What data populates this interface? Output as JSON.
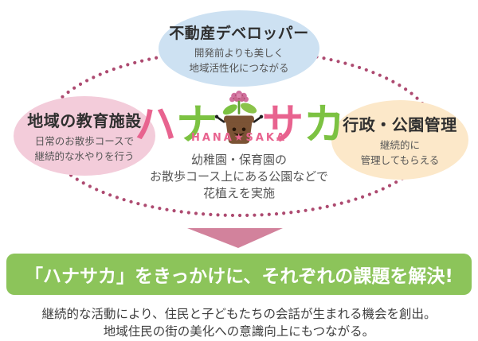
{
  "diagram": {
    "logo": {
      "chars": [
        {
          "text": "ハ",
          "color": "#e8638f"
        },
        {
          "text": "ナ",
          "color": "#7cc242"
        },
        {
          "text": "サ",
          "color": "#e8638f"
        },
        {
          "text": "カ",
          "color": "#7cc242"
        }
      ],
      "romaji": "HANA★SAKA",
      "description_lines": [
        "幼稚園・保育園の",
        "お散歩コース上にある公園などで",
        "花植えを実施"
      ]
    },
    "nodes": [
      {
        "id": "real-estate-developer",
        "title": "不動産デベロッパー",
        "lines": [
          "開発前よりも美しく",
          "地域活性化につながる"
        ],
        "color": "#cde1f2"
      },
      {
        "id": "local-education-facility",
        "title": "地域の教育施設",
        "lines": [
          "日常のお散歩コースで",
          "継続的な水やりを行う"
        ],
        "color": "#f3ccda"
      },
      {
        "id": "government-park-management",
        "title": "行政・公園管理",
        "lines": [
          "継続的に",
          "管理してもらえる"
        ],
        "color": "#fce8c9"
      }
    ],
    "ring_dot_color": "#ad4a70",
    "arrow_color": "#d2829c"
  },
  "banner": {
    "text": "「ハナサカ」をきっかけに、それぞれの課題を解決!",
    "background": "#8cc45a"
  },
  "footer": {
    "lines": [
      "継続的な活動により、住民と子どもたちの会話が生まれる機会を創出。",
      "地域住民の街の美化への意識向上にもつながる。"
    ]
  }
}
